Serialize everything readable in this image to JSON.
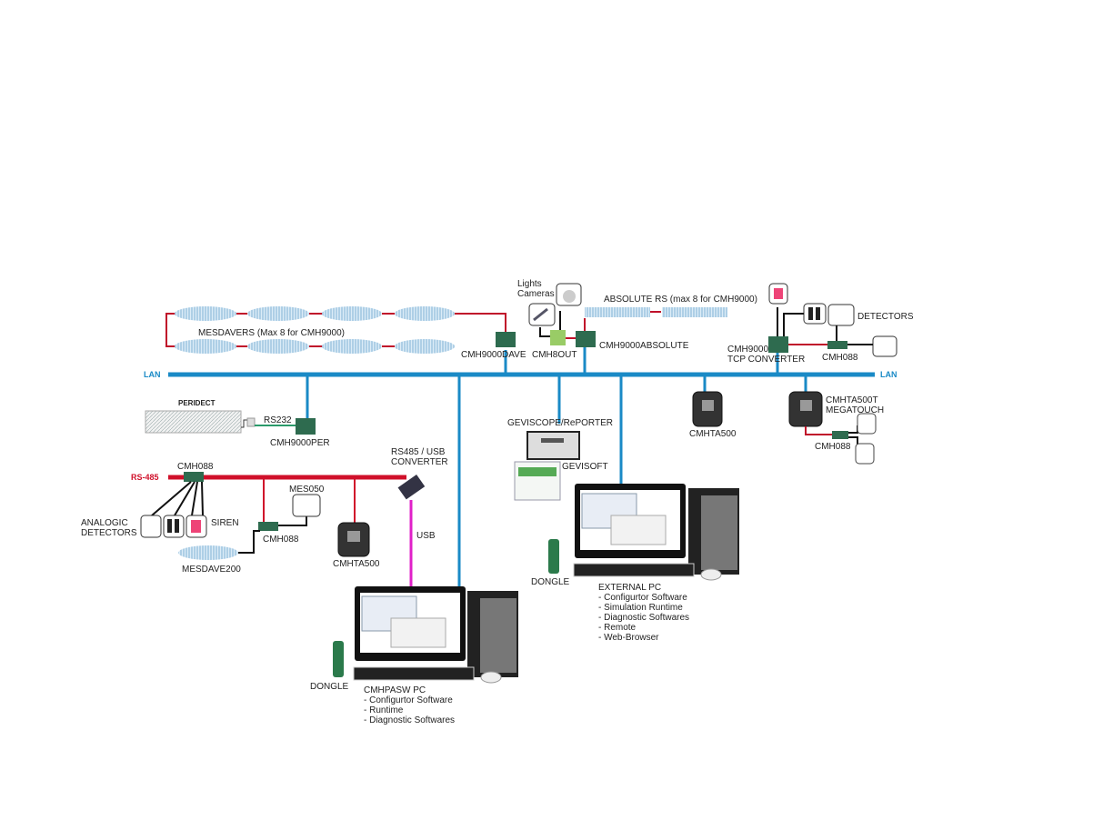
{
  "colors": {
    "lan": "#1a8ac6",
    "rs485": "#d0102a",
    "usb": "#e020c8",
    "beam": "#9cc8e4",
    "board": "#2e6b4f",
    "link": "#111111"
  },
  "lan_label": "LAN",
  "rs485_label": "RS-485",
  "usb_label": "USB",
  "rs232_label": "RS232",
  "mesdavers_label": "MESDAVERS (Max 8 for CMH9000)",
  "cmh9000dave": "CMH9000DAVE",
  "lights_cameras": [
    "Lights",
    "Cameras"
  ],
  "cmh8out": "CMH8OUT",
  "cmh9000absolute": "CMH9000ABSOLUTE",
  "absolute_rs": "ABSOLUTE RS (max 8 for CMH9000)",
  "detectors": "DETECTORS",
  "tcp_converter": [
    "CMH9000",
    "TCP CONVERTER"
  ],
  "cmh088": "CMH088",
  "peridect_logo": "PERIDECT",
  "cmh9000per": "CMH9000PER",
  "geviscope": "GEVISCOPE/RePORTER",
  "gevisoft": "GEVISOFT",
  "cmhta500": "CMHTA500",
  "megatouch": [
    "CMHTA500T",
    "MEGATOUCH"
  ],
  "rs485_usb": [
    "RS485 / USB",
    "CONVERTER"
  ],
  "analogic_detectors": [
    "ANALOGIC",
    "DETECTORS"
  ],
  "siren": "SIREN",
  "mes050": "MES050",
  "mesdave200": "MESDAVE200",
  "dongle": "DONGLE",
  "cmhpasw_pc": {
    "title": "CMHPASW PC",
    "items": [
      "- Configurtor Software",
      "- Runtime",
      "- Diagnostic Softwares"
    ]
  },
  "external_pc": {
    "title": "EXTERNAL PC",
    "items": [
      "- Configurtor Software",
      "- Simulation Runtime",
      "- Diagnostic Softwares",
      "- Remote",
      "- Web-Browser"
    ]
  }
}
